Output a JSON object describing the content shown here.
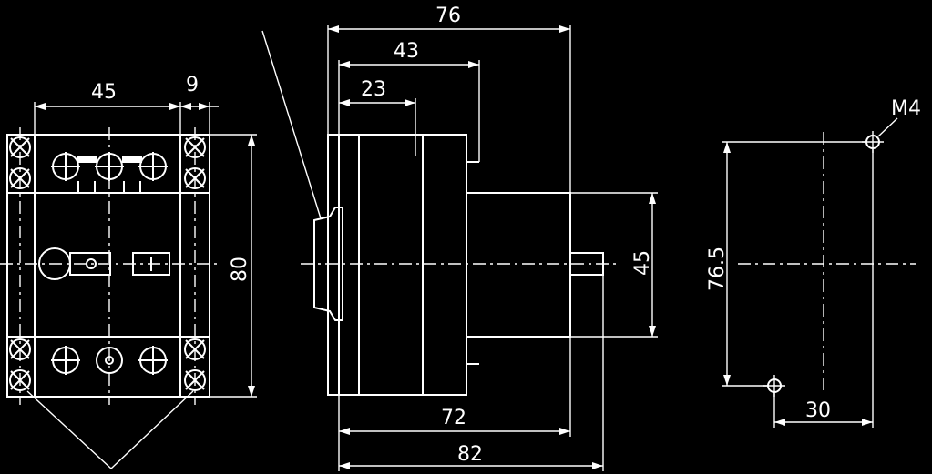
{
  "drawing": {
    "front_view": {
      "width_label": "45",
      "terminal_offset_label": "9",
      "height_label": "80"
    },
    "side_view": {
      "total_depth_label": "76",
      "depth_43_label": "43",
      "depth_23_label": "23",
      "body_depth_label": "72",
      "overall_depth_label": "82",
      "front_height_label": "45"
    },
    "mounting_view": {
      "screw_label": "M4",
      "vertical_spacing_label": "76.5",
      "horizontal_spacing_label": "30"
    },
    "colors": {
      "background": "#000000",
      "line": "#ffffff"
    }
  }
}
